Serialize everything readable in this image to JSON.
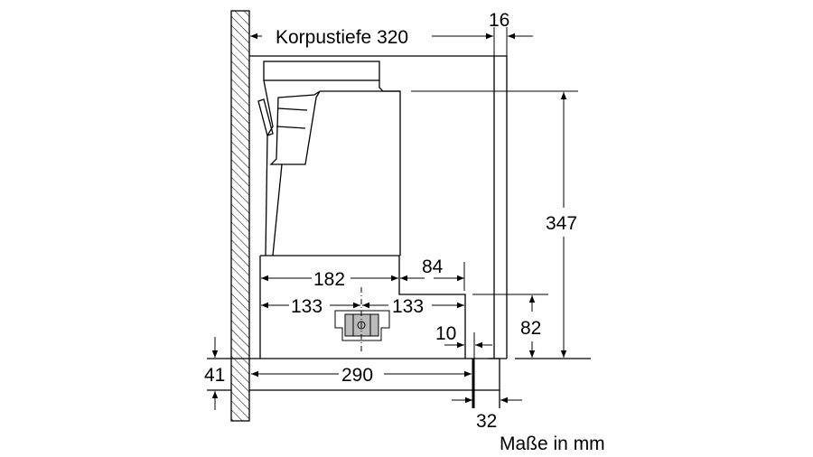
{
  "labels": {
    "corpus_depth": "Korpustiefe 320",
    "front_thickness": "16",
    "height_total": "347",
    "width_182": "182",
    "width_84": "84",
    "left_133": "133",
    "right_133": "133",
    "gap_10": "10",
    "height_82": "82",
    "depth_290": "290",
    "height_41": "41",
    "width_32": "32",
    "units_note": "Maße in mm"
  }
}
